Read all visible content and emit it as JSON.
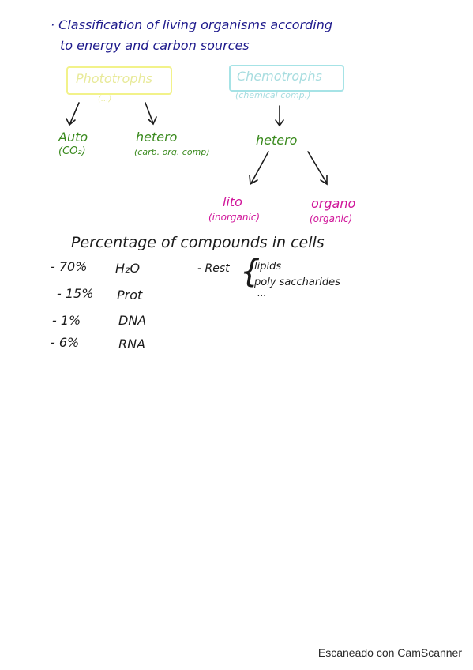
{
  "heading": {
    "line1": "· Classification of living organisms according",
    "line2": "to energy and carbon sources"
  },
  "tree": {
    "phototrophs": {
      "label": "Phototrophs",
      "sub": "(...)"
    },
    "chemotrophs": {
      "label": "Chemotrophs",
      "sub": "(chemical comp.)"
    },
    "photo_auto": {
      "label": "Auto",
      "sub": "(CO₂)"
    },
    "photo_hetero": {
      "label": "hetero",
      "sub": "(carb. org. comp)"
    },
    "chemo_hetero": {
      "label": "hetero"
    },
    "lito": {
      "label": "lito",
      "sub": "(inorganic)"
    },
    "organo": {
      "label": "organo",
      "sub": "(organic)"
    }
  },
  "compounds": {
    "title": "Percentage of compounds in cells",
    "items": [
      {
        "pct": "- 70%",
        "name": "H₂O"
      },
      {
        "pct": "- 15%",
        "name": "Prot"
      },
      {
        "pct": "- 1%",
        "name": "DNA"
      },
      {
        "pct": "- 6%",
        "name": "RNA"
      }
    ],
    "rest": {
      "label": "- Rest",
      "items": [
        "lipids",
        "poly saccharides",
        "..."
      ]
    }
  },
  "footer": "Escaneado con CamScanner",
  "colors": {
    "title": "#1e1a8c",
    "green": "#3a8a1e",
    "magenta": "#d0169a",
    "yellow_box": "#f2f28a",
    "cyan_box": "#a6e3e6"
  }
}
